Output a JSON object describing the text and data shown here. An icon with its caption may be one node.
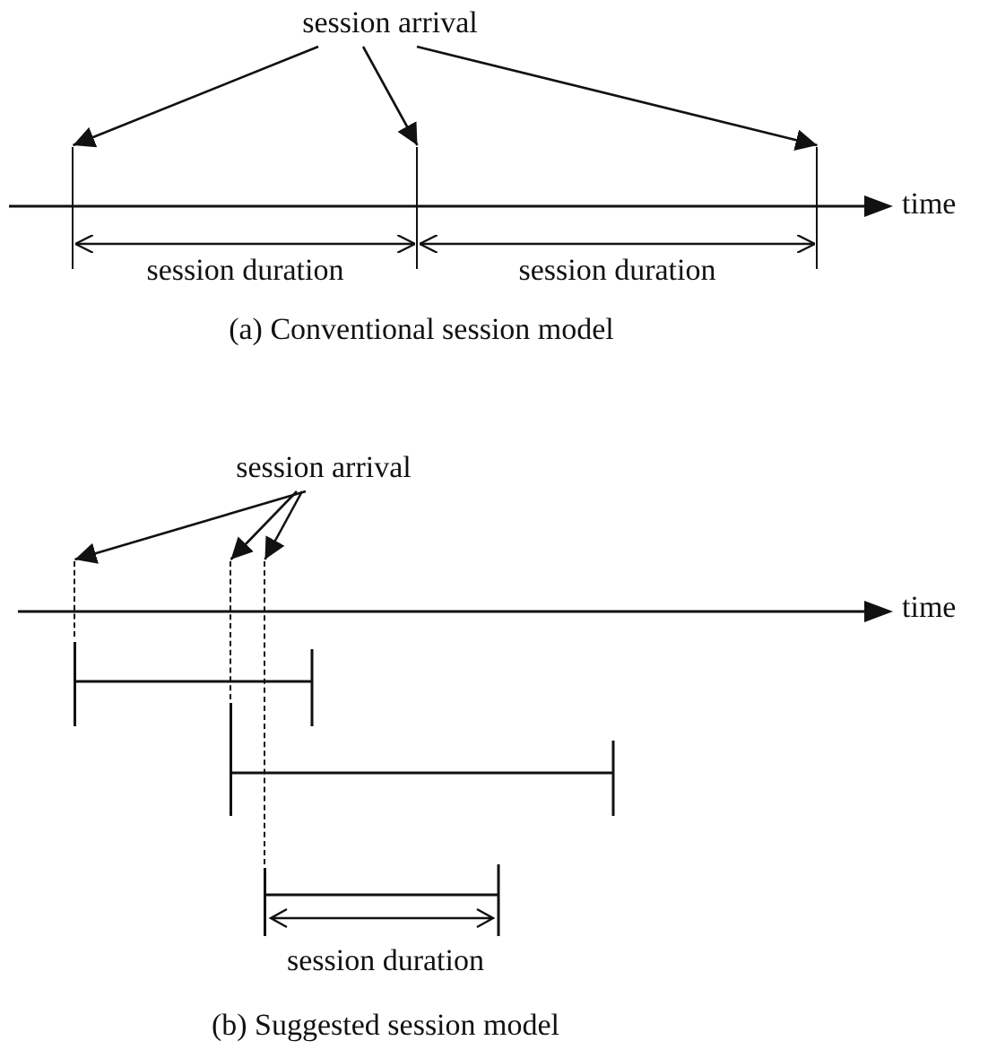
{
  "diagram": {
    "nodes": [
      {
        "text": [
          "session arrival"
        ]
      },
      {
        "text": [],
        "shape": "bar"
      },
      {
        "text": [],
        "shape": "bar"
      },
      {
        "text": [],
        "shape": "bar"
      },
      {
        "text": [
          "session arrival"
        ]
      },
      {
        "text": [],
        "shape": "bar"
      },
      {
        "text": [],
        "shape": "bar"
      },
      {
        "text": [],
        "shape": "bar"
      }
    ],
    "edges": [
      {
        "from": 0,
        "to": 1,
        "arrow": "to"
      },
      {
        "from": 0,
        "to": 2,
        "arrow": "to"
      },
      {
        "from": 0,
        "to": 3,
        "arrow": "to"
      },
      {
        "from": 1,
        "to": 2,
        "arrow": "both",
        "label": "session duration"
      },
      {
        "from": 2,
        "to": 3,
        "arrow": "both",
        "label": "session duration"
      },
      {
        "from": 4,
        "to": 5,
        "arrow": "to"
      },
      {
        "from": 4,
        "to": 6,
        "arrow": "to"
      },
      {
        "from": 4,
        "to": 7,
        "arrow": "to"
      }
    ],
    "labels": [
      "time",
      "(a) Conventional session model",
      "time",
      "session duration",
      "(b) Suggested session model"
    ]
  }
}
